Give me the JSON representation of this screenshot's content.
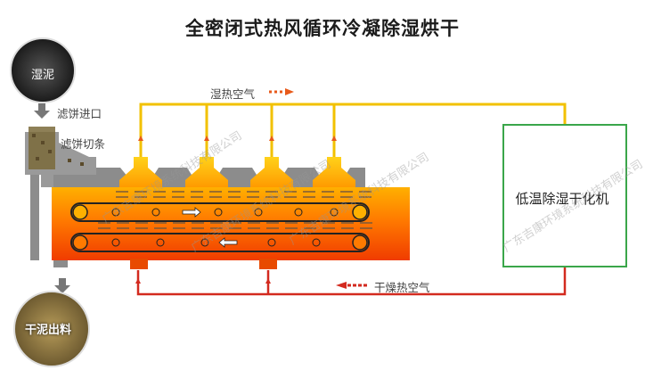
{
  "title": "全密闭式热风循环冷凝除湿烘干",
  "labels": {
    "wet_sludge": "湿泥",
    "filter_cake_inlet": "滤饼进口",
    "filter_cake_cutting": "滤饼切条",
    "humid_hot_air": "湿热空气",
    "dry_hot_air": "干燥热空气",
    "machine": "低温除湿干化机",
    "dry_sludge_output": "干泥出料"
  },
  "watermark": "广东吉康环境系统科技有限公司",
  "colors": {
    "hot_air_line": "#f2c100",
    "dry_air_line": "#d32a1f",
    "machine_border": "#3aa64a",
    "dryer_orange": "#ff6a00",
    "dryer_yellow": "#ffb400",
    "hood_gray": "#8c8c8c"
  }
}
